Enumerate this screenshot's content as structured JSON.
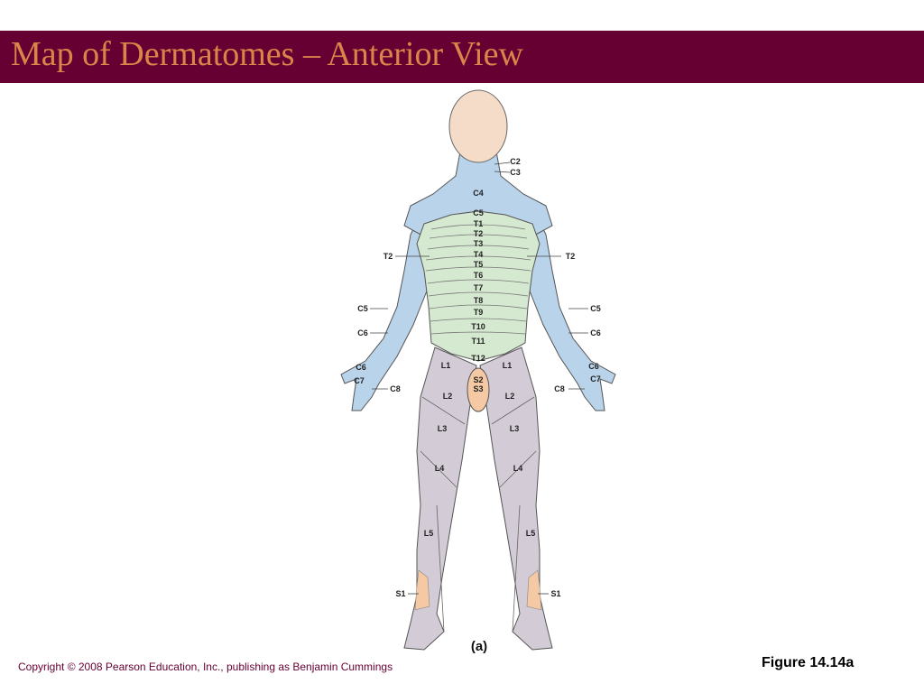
{
  "slide": {
    "title": "Map of Dermatomes – Anterior View",
    "copyright": "Copyright © 2008 Pearson Education, Inc., publishing as Benjamin Cummings",
    "figure_number": "Figure 14.14a",
    "panel_label": "(a)"
  },
  "labels": {
    "c2": "C2",
    "c3": "C3",
    "c4": "C4",
    "c5": "C5",
    "t1": "T1",
    "t2": "T2",
    "t3": "T3",
    "t4": "T4",
    "t5": "T5",
    "t6": "T6",
    "t7": "T7",
    "t8": "T8",
    "t9": "T9",
    "t10": "T10",
    "t11": "T11",
    "t12": "T12",
    "c5_side": "C5",
    "c6_side": "C6",
    "c6_hand": "C6",
    "c7": "C7",
    "c8": "C8",
    "t2_side": "T2",
    "l1": "L1",
    "l2": "L2",
    "l3": "L3",
    "l4": "L4",
    "l5": "L5",
    "s1": "S1",
    "s2": "S2",
    "s3": "S3"
  },
  "colors": {
    "title_bar": "#660033",
    "title_text": "#d9854a",
    "head": "#f5dcc9",
    "cervical": "#b9d3ea",
    "thoracic": "#d5e8d0",
    "lumbar": "#d3ccd6",
    "sacral": "#f4c9a4",
    "outline": "#555555"
  }
}
